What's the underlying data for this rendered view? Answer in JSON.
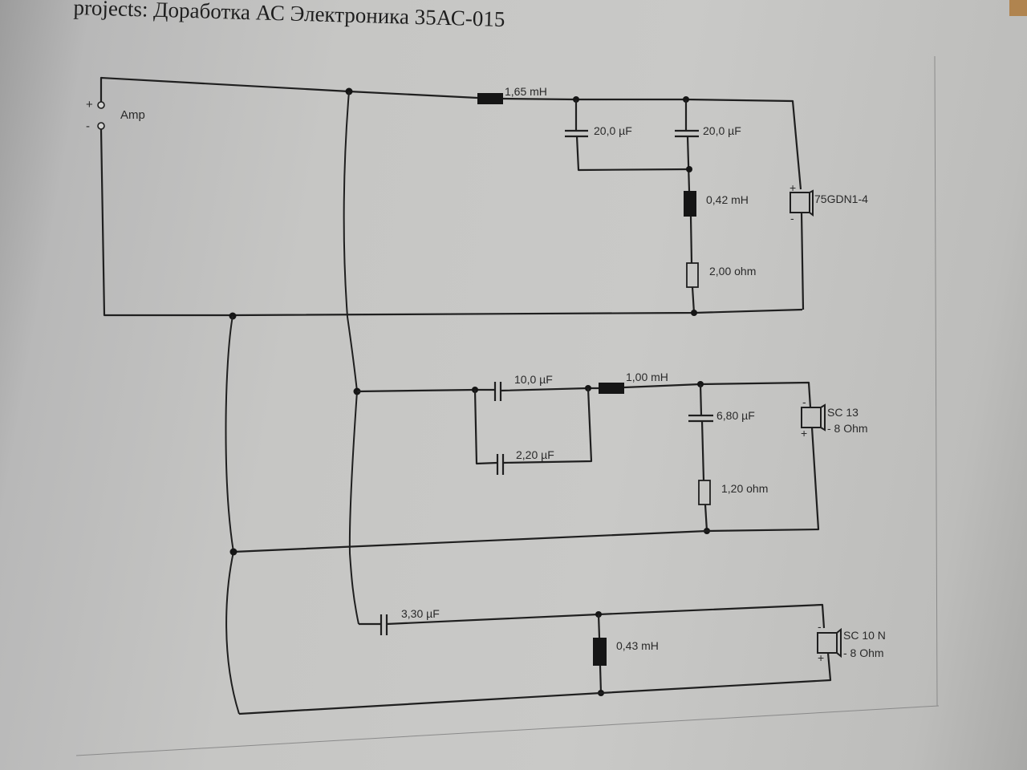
{
  "document": {
    "title": "projects: Доработка АС Электроника 35АС-015"
  },
  "schematic": {
    "amp": {
      "label": "Amp",
      "plus": "+",
      "minus": "-"
    },
    "tweeter_section": {
      "series_inductor": "1,65 mH",
      "cap_1": "20,0 µF",
      "cap_2": "20,0 µF",
      "shunt_inductor": "0,42 mH",
      "shunt_resistor": "2,00 ohm",
      "speaker": "75GDN1-4",
      "speaker_plus": "+",
      "speaker_minus": "-"
    },
    "mid_section": {
      "series_cap": "10,0 µF",
      "bypass_cap": "2,20 µF",
      "series_inductor": "1,00 mH",
      "shunt_cap": "6,80 µF",
      "shunt_resistor": "1,20 ohm",
      "speaker_name": "SC 13",
      "speaker_impedance": "- 8 Ohm",
      "speaker_plus": "+",
      "speaker_minus": "-"
    },
    "woofer_section": {
      "series_cap": "3,30 µF",
      "shunt_inductor": "0,43 mH",
      "speaker_name": "SC 10 N",
      "speaker_impedance": "- 8 Ohm",
      "speaker_plus": "+",
      "speaker_minus": "-"
    }
  },
  "colors": {
    "ink": "#1f1f1f",
    "paper": "#c9c9c7"
  }
}
